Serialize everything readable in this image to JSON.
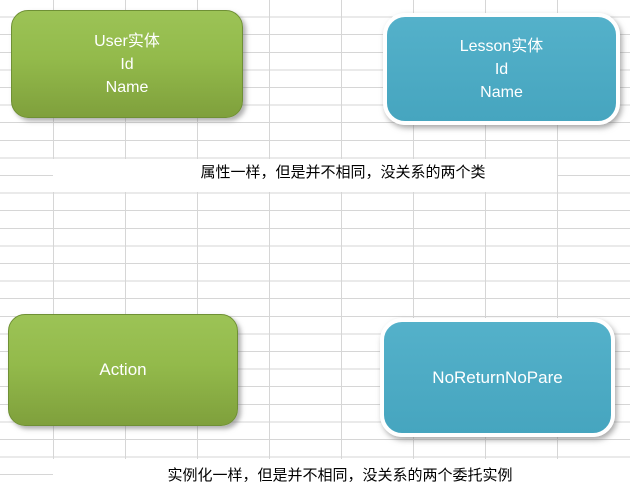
{
  "shapes": {
    "user_entity": {
      "lines": [
        "User实体",
        "Id",
        "Name"
      ]
    },
    "lesson_entity": {
      "lines": [
        "Lesson实体",
        "Id",
        "Name"
      ]
    },
    "action": {
      "label": "Action"
    },
    "delegate": {
      "label": "NoReturnNoPare"
    }
  },
  "captions": {
    "top": "属性一样，但是并不相同，没关系的两个类",
    "bottom": "实例化一样，但是并不相同，没关系的两个委托实例"
  },
  "colors": {
    "canvas_bg": "#ffffff",
    "grid_line": "#d6d6d6",
    "green_top": "#9cc356",
    "green_mid": "#93ba4b",
    "green_bottom": "#7fa03c",
    "green_border": "#6f9035",
    "blue_top": "#54b1ca",
    "blue_bottom": "#46a5bf",
    "blue_border": "#ffffff",
    "shape_text": "#ffffff",
    "caption_text": "#000000"
  }
}
